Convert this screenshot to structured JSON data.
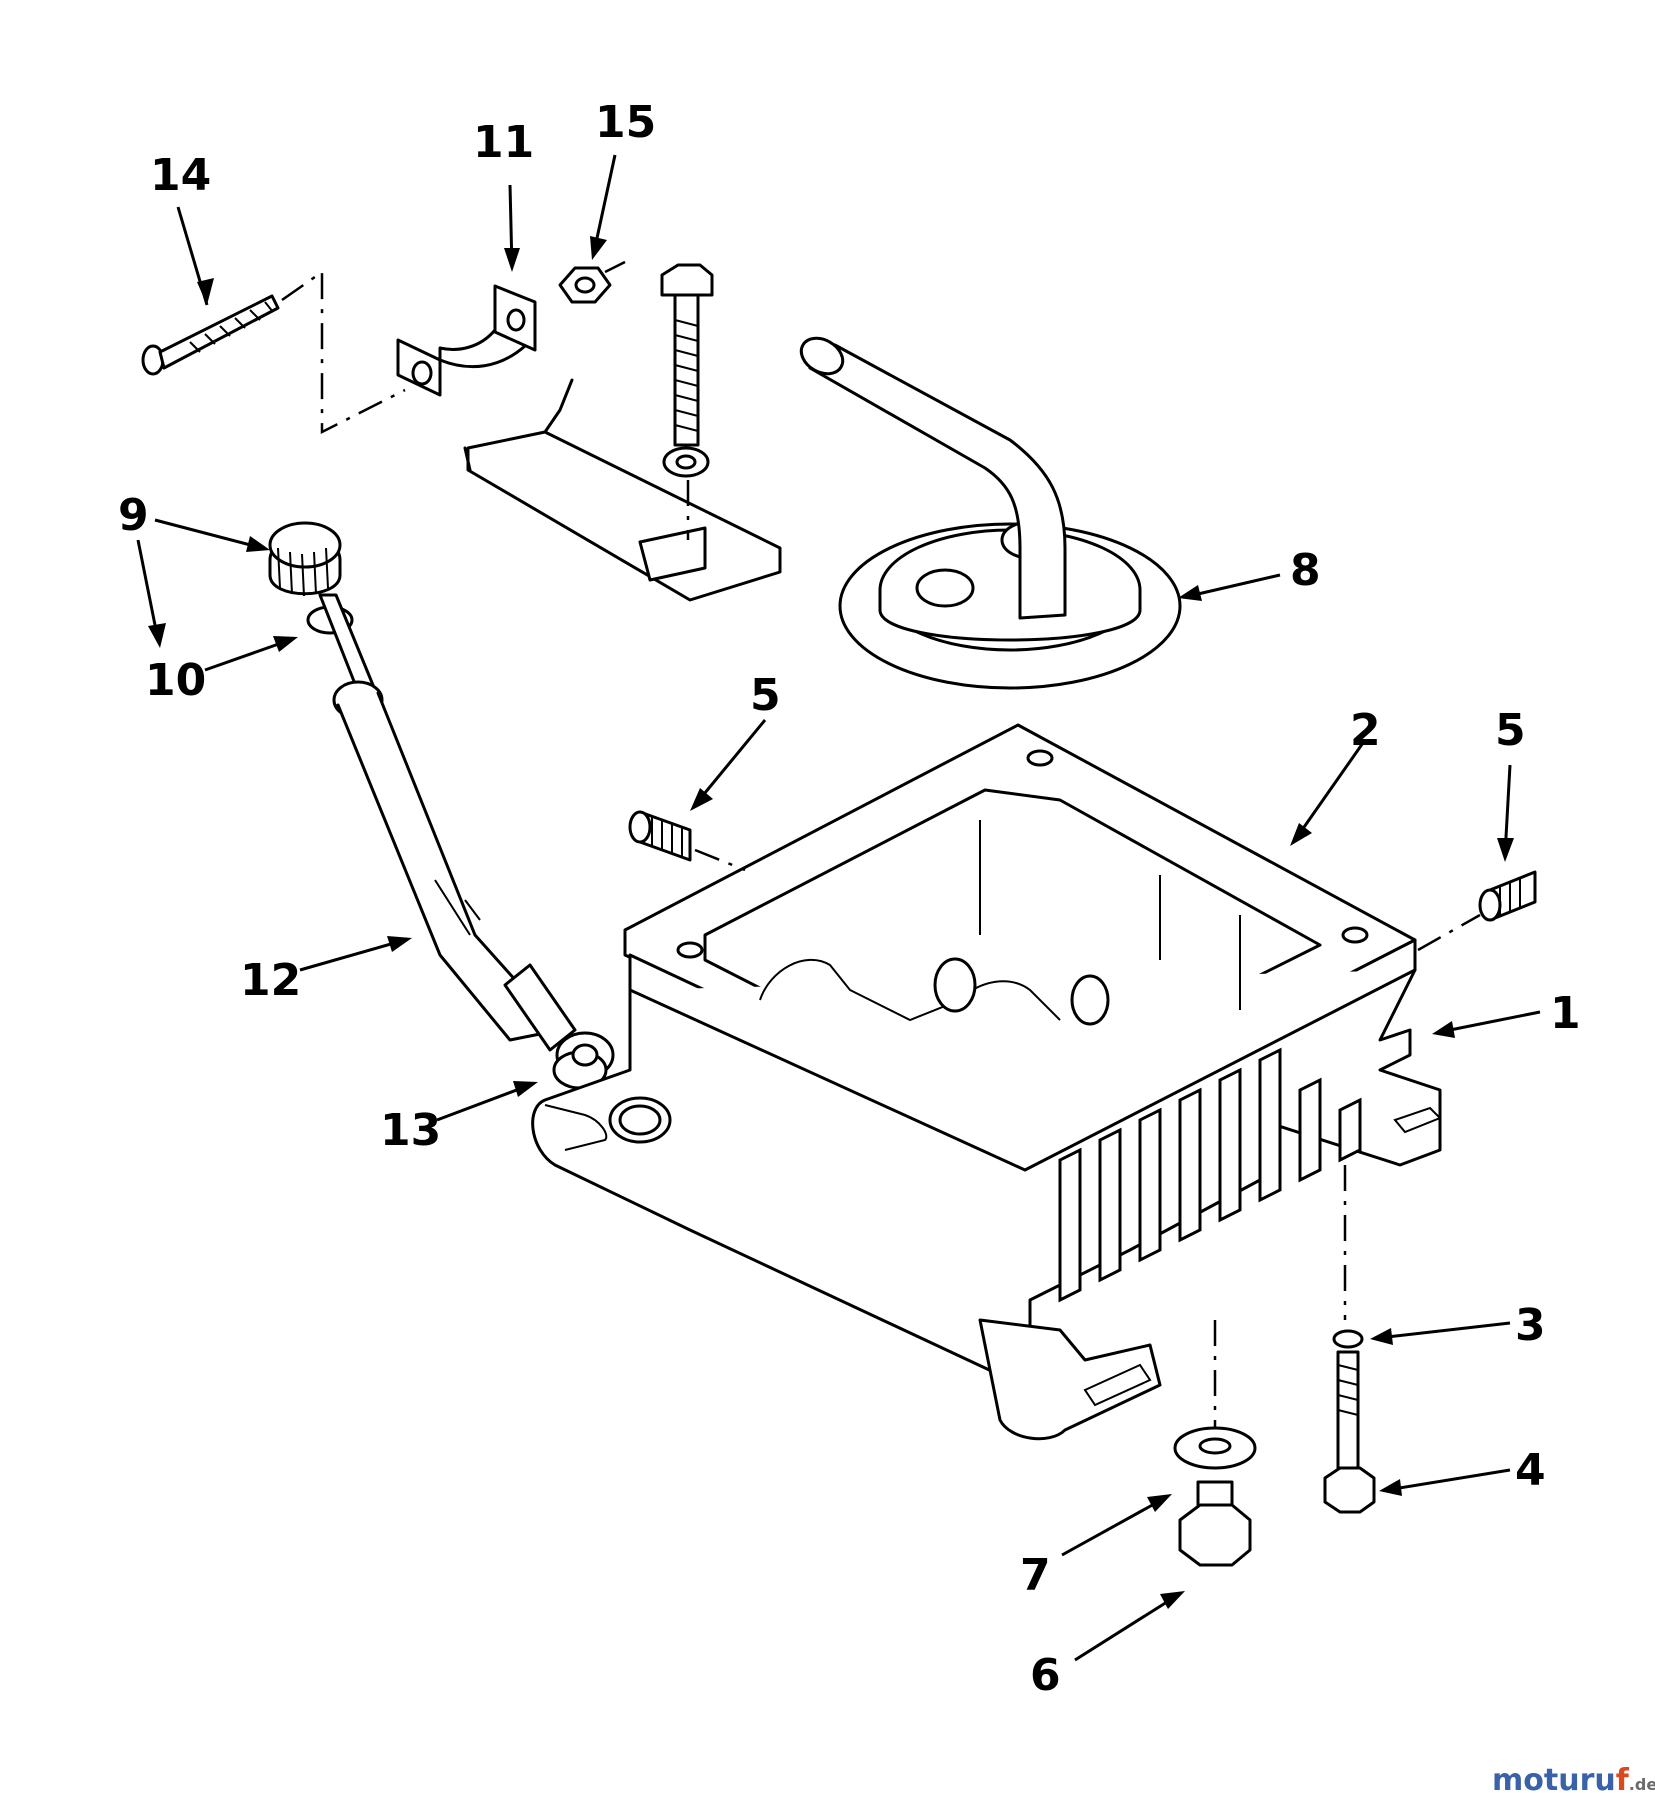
{
  "callouts": [
    {
      "id": "1",
      "label": "1"
    },
    {
      "id": "2",
      "label": "2"
    },
    {
      "id": "3",
      "label": "3"
    },
    {
      "id": "4",
      "label": "4"
    },
    {
      "id": "5a",
      "label": "5"
    },
    {
      "id": "5b",
      "label": "5"
    },
    {
      "id": "6",
      "label": "6"
    },
    {
      "id": "7",
      "label": "7"
    },
    {
      "id": "8",
      "label": "8"
    },
    {
      "id": "9",
      "label": "9"
    },
    {
      "id": "10",
      "label": "10"
    },
    {
      "id": "11",
      "label": "11"
    },
    {
      "id": "12",
      "label": "12"
    },
    {
      "id": "13",
      "label": "13"
    },
    {
      "id": "14",
      "label": "14"
    },
    {
      "id": "15",
      "label": "15"
    }
  ],
  "watermark": {
    "main": "moturu",
    "f": "f",
    "suffix": ".de"
  }
}
